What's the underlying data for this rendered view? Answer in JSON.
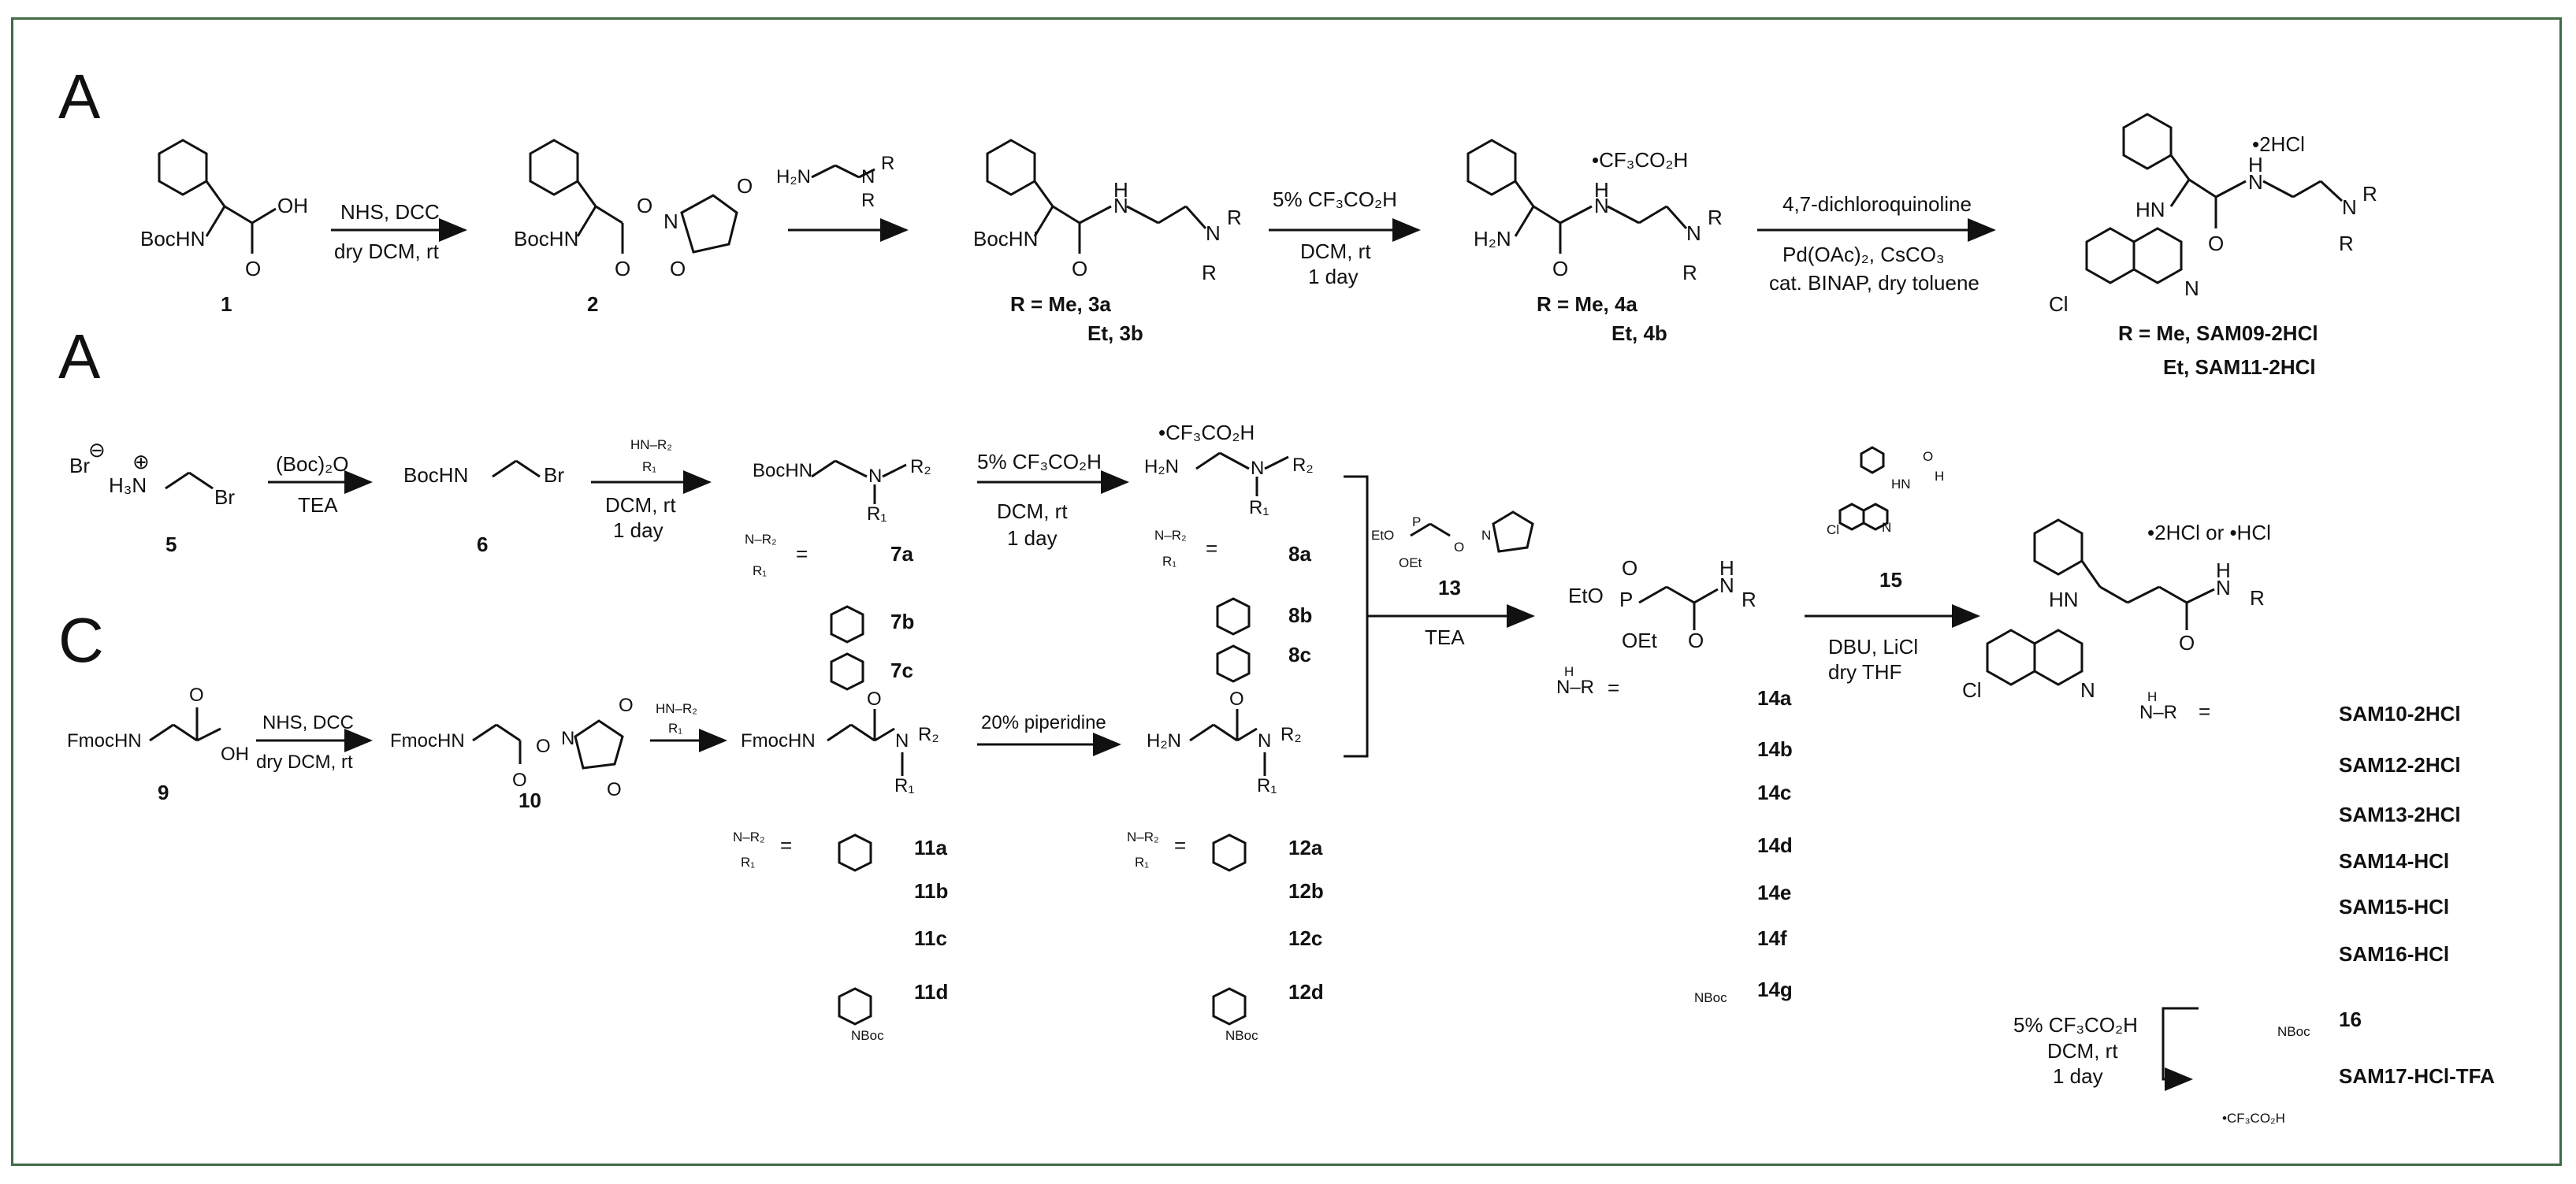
{
  "panels": [
    {
      "label": "A"
    },
    {
      "label": "A"
    },
    {
      "label": "C"
    }
  ],
  "row_a": {
    "c1_label": "1",
    "c1_boc": "BocHN",
    "c1_oh": "OH",
    "c1_o": "O",
    "step1_top": "NHS, DCC",
    "step1_bottom": "dry DCM, rt",
    "c2_label": "2",
    "c2_boc": "BocHN",
    "c2_o": "O",
    "c2_o2": "O",
    "c2_n": "N",
    "c2_o3": "O",
    "c2_o4": "O",
    "amine_h2n": "H₂N",
    "amine_n": "N",
    "amine_r": "R",
    "amine_r2": "R",
    "c3_boc": "BocHN",
    "c3_nh": "N",
    "c3_h": "H",
    "c3_n": "N",
    "c3_r": "R",
    "c3_r2": "R",
    "c3_o": "O",
    "c3_label1": "R = Me, 3a",
    "c3_label2": "Et, 3b",
    "step3_top": "5% CF₃CO₂H",
    "step3_mid": "DCM, rt",
    "step3_bottom": "1 day",
    "c4_salt": "•CF₃CO₂H",
    "c4_h2n": "H₂N",
    "c4_nh": "N",
    "c4_h": "H",
    "c4_n": "N",
    "c4_r": "R",
    "c4_r2": "R",
    "c4_o": "O",
    "c4_label1": "R = Me, 4a",
    "c4_label2": "Et, 4b",
    "step4_top": "4,7-dichloroquinoline",
    "step4_mid": "Pd(OAc)₂, CsCO₃",
    "step4_bottom": "cat. BINAP, dry toluene",
    "sam_salt": "•2HCl",
    "sam_hn": "HN",
    "sam_nh": "N",
    "sam_h": "H",
    "sam_n": "N",
    "sam_r": "R",
    "sam_r2": "R",
    "sam_o": "O",
    "sam_cl": "Cl",
    "sam_qn": "N",
    "sam_label1": "R = Me, SAM09-2HCl",
    "sam_label2": "Et, SAM11-2HCl"
  },
  "row_b": {
    "c5_br": "Br",
    "c5_minus": "⊖",
    "c5_h3n": "H₃N",
    "c5_plus": "⊕",
    "c5_br2": "Br",
    "c5_label": "5",
    "stepb1_top": "(Boc)₂O",
    "stepb1_bottom": "TEA",
    "c6_boc": "BocHN",
    "c6_br": "Br",
    "c6_label": "6",
    "stepb2_reagent": "HN–R₂",
    "stepb2_r1": "R₁",
    "stepb2_mid": "DCM, rt",
    "stepb2_bottom": "1 day",
    "c7_boc": "BocHN",
    "c7_n": "N",
    "c7_r2": "R₂",
    "c7_r1": "R₁",
    "c7_eq": "=",
    "c7_nr": "N–R₂",
    "c7_r1b": "R₁",
    "c7a": "7a",
    "c7b": "7b",
    "c7c": "7c",
    "stepb3_top": "5% CF₃CO₂H",
    "stepb3_mid": "DCM, rt",
    "stepb3_bottom": "1 day",
    "c8_salt": "•CF₃CO₂H",
    "c8_h2n": "H₂N",
    "c8_n": "N",
    "c8_r2": "R₂",
    "c8_r1": "R₁",
    "c8_eq": "=",
    "c8_nr": "N–R₂",
    "c8_r1b": "R₁",
    "c8a": "8a",
    "c8b": "8b",
    "c8c": "8c",
    "c13_label": "13",
    "c13_eto": "EtO",
    "c13_p": "P",
    "c13_oet": "OEt",
    "c13_o": "O",
    "c13_n": "N",
    "stepb4_bottom": "TEA",
    "c14_eto": "EtO",
    "c14_p": "P",
    "c14_oet": "OEt",
    "c14_o": "O",
    "c14_o2": "O",
    "c14_n": "N",
    "c14_h": "H",
    "c14_r": "R",
    "c14_nr": "N–R",
    "c14_h2": "H",
    "c14_eq": "=",
    "c14a": "14a",
    "c14b": "14b",
    "c14c": "14c",
    "c14d": "14d",
    "c14e": "14e",
    "c14f": "14f",
    "c14g": "14g",
    "c15_label": "15",
    "c15_hn": "HN",
    "c15_h": "H",
    "c15_o": "O",
    "c15_cl": "Cl",
    "c15_n": "N",
    "stepb5_top": "DBU, LiCl",
    "stepb5_bottom": "dry THF",
    "fin_salt": "•2HCl or •HCl",
    "fin_hn": "HN",
    "fin_nh": "N",
    "fin_h": "H",
    "fin_r": "R",
    "fin_o": "O",
    "fin_cl": "Cl",
    "fin_n": "N",
    "fin_nr": "N–R",
    "fin_h2": "H",
    "fin_eq": "=",
    "sam10": "SAM10-2HCl",
    "sam12": "SAM12-2HCl",
    "sam13": "SAM13-2HCl",
    "sam14": "SAM14-HCl",
    "sam15": "SAM15-HCl",
    "sam16": "SAM16-HCl",
    "c16": "16",
    "sam17": "SAM17-HCl-TFA",
    "deprot_top": "5% CF₃CO₂H",
    "deprot_mid": "DCM, rt",
    "deprot_bottom": "1 day",
    "sam17_salt": "•CF₃CO₂H",
    "nboc": "NBoc"
  },
  "row_c": {
    "c9_fmoc": "FmocHN",
    "c9_oh": "OH",
    "c9_o": "O",
    "c9_label": "9",
    "stepc1_top": "NHS, DCC",
    "stepc1_bottom": "dry DCM, rt",
    "c10_fmoc": "FmocHN",
    "c10_o": "O",
    "c10_n": "N",
    "c10_o2": "O",
    "c10_o3": "O",
    "c10_o4": "O",
    "c10_label": "10",
    "stepc2_reagent": "HN–R₂",
    "stepc2_r1": "R₁",
    "c11_fmoc": "FmocHN",
    "c11_o": "O",
    "c11_n": "N",
    "c11_r2": "R₂",
    "c11_r1": "R₁",
    "c11_eq": "=",
    "c11_nr": "N–R₂",
    "c11_r1b": "R₁",
    "c11a": "11a",
    "c11b": "11b",
    "c11c": "11c",
    "c11d": "11d",
    "stepc3_top": "20% piperidine",
    "c12_h2n": "H₂N",
    "c12_o": "O",
    "c12_n": "N",
    "c12_r2": "R₂",
    "c12_r1": "R₁",
    "c12_eq": "=",
    "c12_nr": "N–R₂",
    "c12_r1b": "R₁",
    "c12a": "12a",
    "c12b": "12b",
    "c12c": "12c",
    "c12d": "12d",
    "nh": "N",
    "h": "H",
    "nboc": "NBoc"
  },
  "colors": {
    "frame": "#3f6b47",
    "ink": "#111111"
  }
}
